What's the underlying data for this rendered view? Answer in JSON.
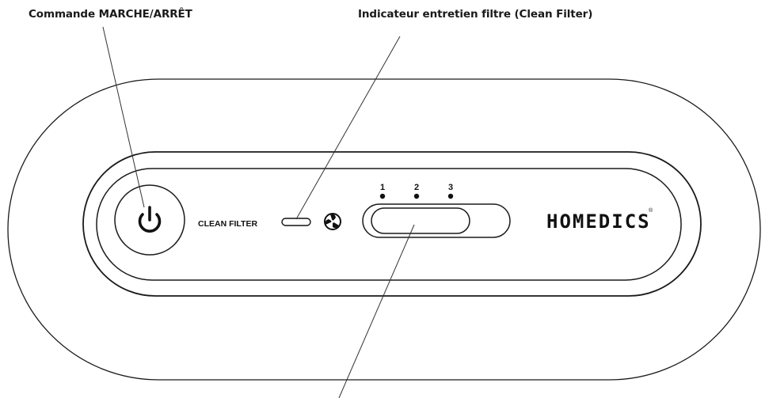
{
  "callouts": {
    "power": "Commande MARCHE/ARRÊT",
    "filter_indicator": "Indicateur entretien filtre (Clean Filter)"
  },
  "panel": {
    "clean_filter_label": "CLEAN FILTER",
    "speed_labels": [
      "1",
      "2",
      "3"
    ],
    "brand": "HOMEDICS",
    "registered_mark": "®"
  },
  "icons": {
    "power": "power-icon",
    "fan": "fan-icon",
    "led": "clean-filter-led"
  },
  "colors": {
    "ink": "#1a1a1a",
    "background": "#ffffff"
  }
}
